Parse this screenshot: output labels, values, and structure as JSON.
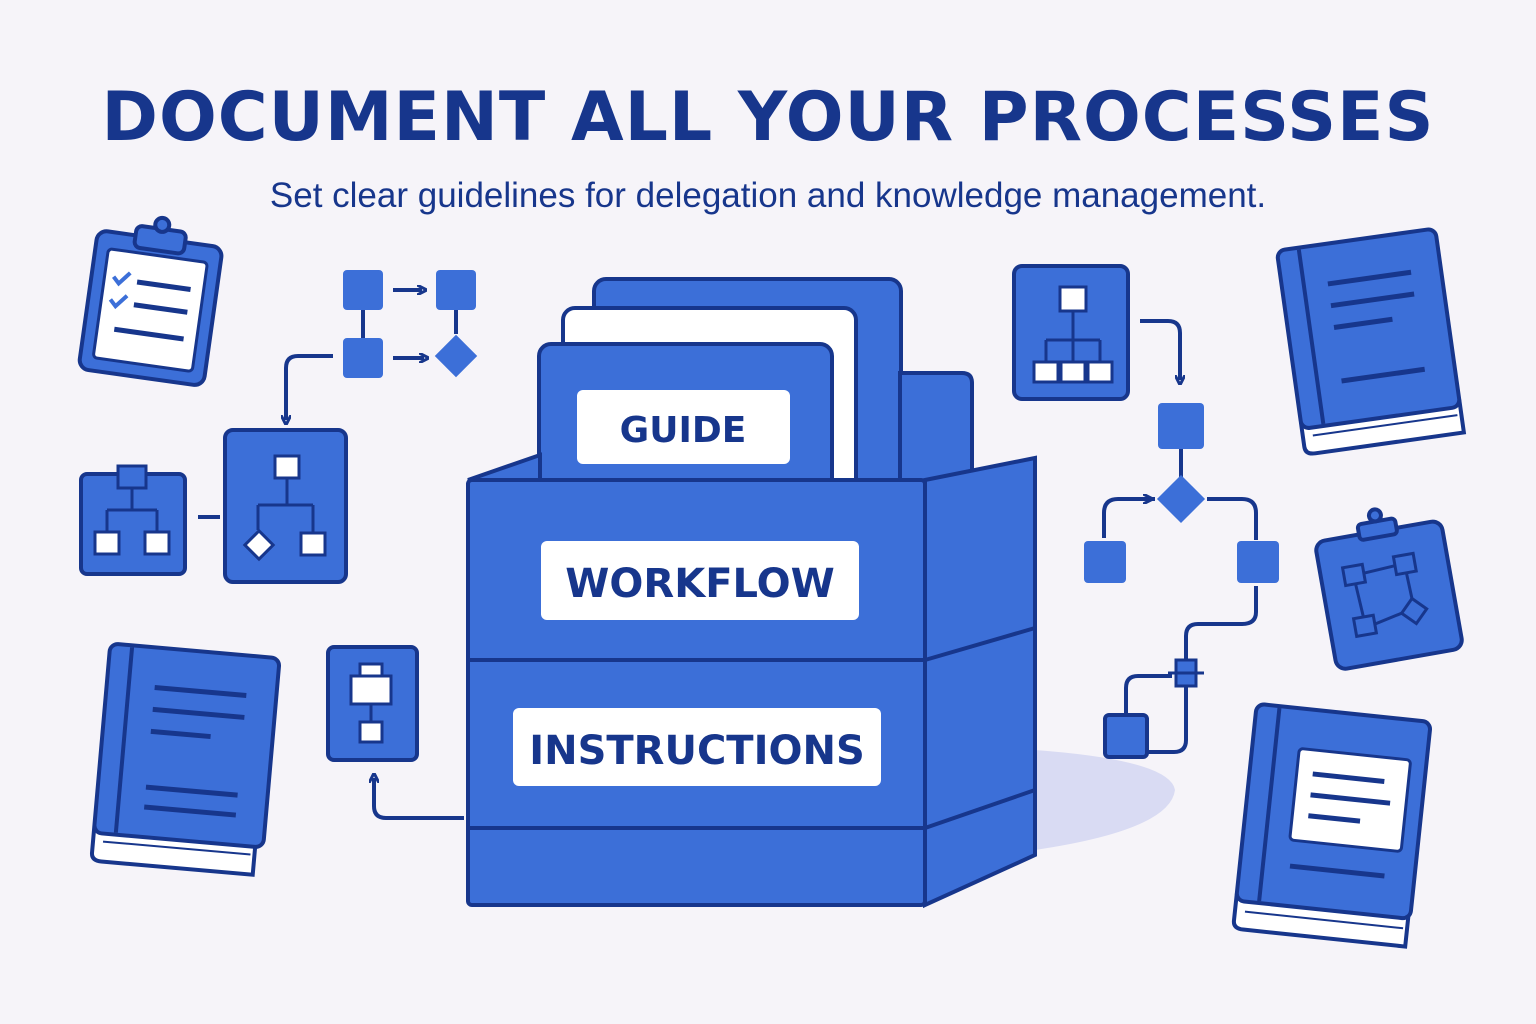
{
  "header": {
    "title": "DOCUMENT ALL YOUR PROCESSES",
    "subtitle": "Set clear guidelines for delegation and knowledge management."
  },
  "box": {
    "folder_label": "GUIDE",
    "drawer_labels": [
      "WORKFLOW",
      "INSTRUCTIONS"
    ]
  },
  "icons": [
    "clipboard-checklist-icon",
    "flowchart-icon",
    "hierarchy-diagram-icon",
    "book-icon",
    "clipboard-diagram-icon",
    "file-box-icon"
  ],
  "colors": {
    "background": "#f6f4f9",
    "primary_blue": "#3c6fd8",
    "outline_navy": "#17368c",
    "paper_white": "#ffffff",
    "shadow_lavender": "#d9dbf3"
  }
}
